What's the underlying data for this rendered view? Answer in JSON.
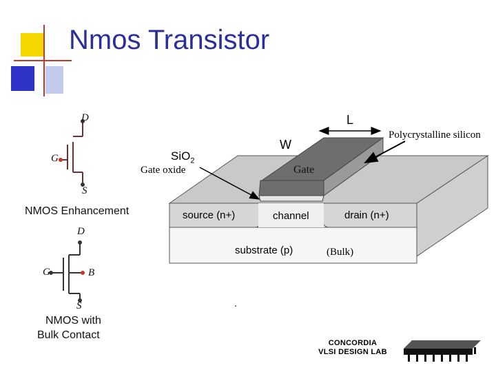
{
  "title": "Nmos  Transistor",
  "symbol_enh": {
    "drain": "D",
    "gate": "G",
    "source": "S",
    "caption": "NMOS Enhancement"
  },
  "symbol_bulk": {
    "drain": "D",
    "gate": "G",
    "bulk": "B",
    "source": "S",
    "caption_line1": "NMOS with",
    "caption_line2": "Bulk Contact"
  },
  "device": {
    "length_label": "L",
    "width_label": "W",
    "poly_label": "Polycrystalline silicon",
    "oxide_formula": "SiO",
    "oxide_subscript": "2",
    "gate_oxide_label": "Gate oxide",
    "gate_label": "Gate",
    "source_label": "source (n+)",
    "channel_label": "channel",
    "drain_label": "drain (n+)",
    "substrate_label": "substrate (p)",
    "bulk_label": "(Bulk)",
    "dot": "."
  },
  "logo": {
    "line1": "CONCORDIA",
    "line2": "VLSI DESIGN LAB"
  },
  "colors": {
    "title": "#2b2f9a",
    "deco_yellow": "#f5d800",
    "deco_blue": "#2f33c8",
    "deco_red": "#c0392b",
    "gate_dark": "#6e6e6e",
    "surface_gray": "#bdbdbd",
    "chip": "#111111"
  }
}
